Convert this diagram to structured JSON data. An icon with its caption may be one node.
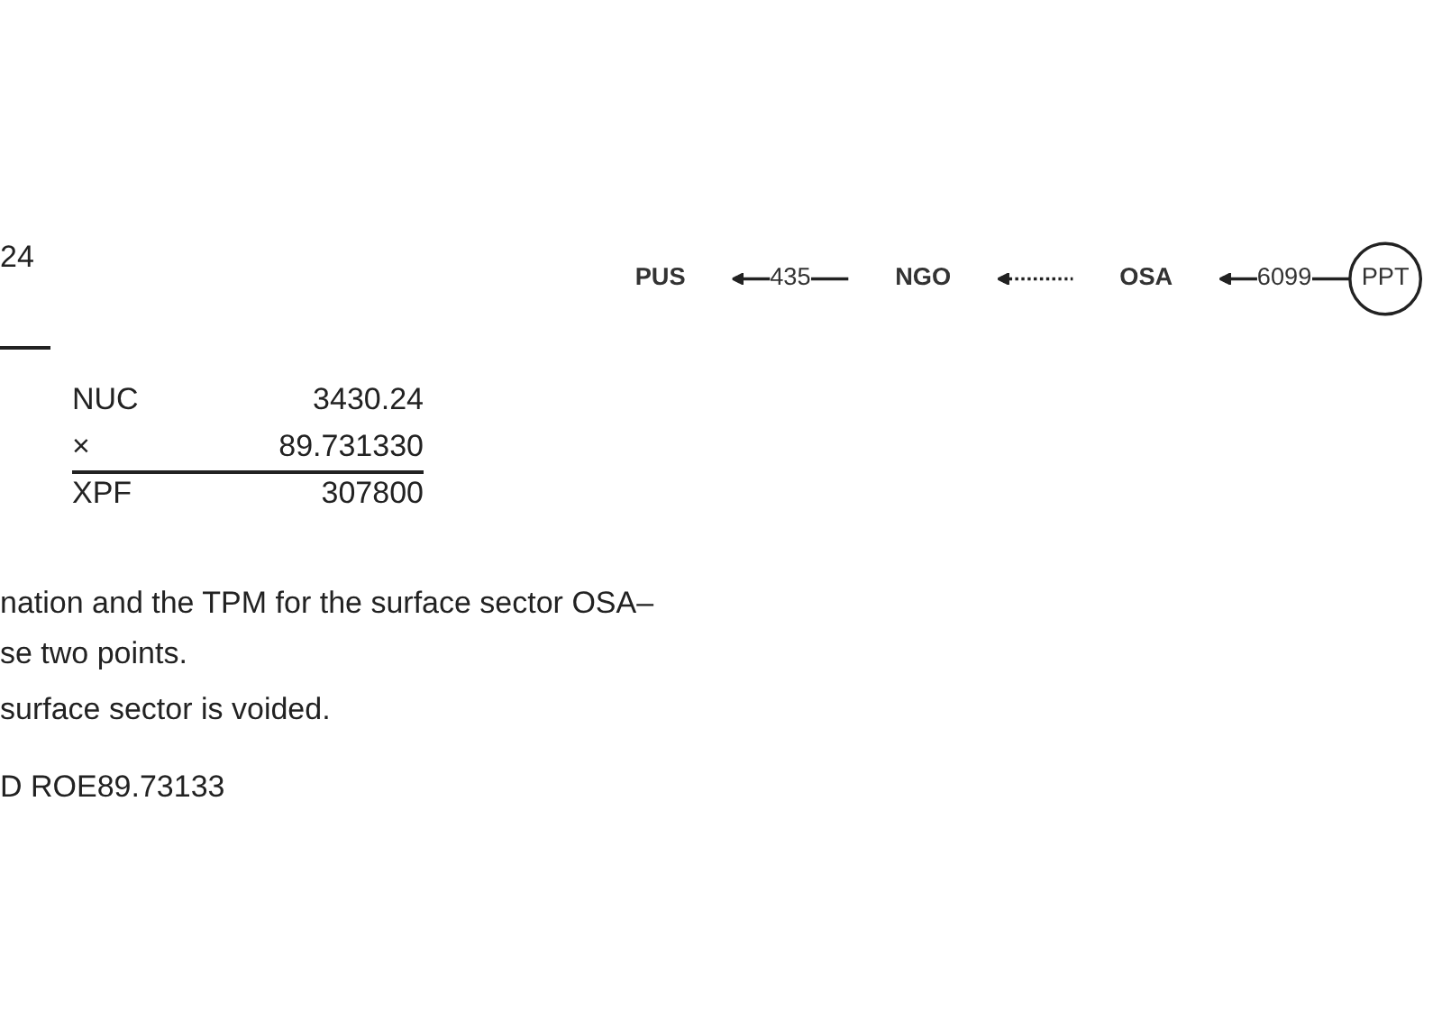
{
  "diagram": {
    "nodes": [
      {
        "text": [
          "PUS"
        ]
      },
      {
        "text": [
          "NGO"
        ]
      },
      {
        "text": [
          "OSA"
        ]
      },
      {
        "text": [
          "PPT"
        ]
      }
    ],
    "edges": [
      {
        "from": 3,
        "to": 2,
        "arrow": "to",
        "label": "6099"
      },
      {
        "from": 2,
        "to": 1,
        "arrow": "to",
        "style": "dashed"
      },
      {
        "from": 1,
        "to": 0,
        "arrow": "to",
        "label": "435"
      }
    ],
    "labels": [
      "24",
      "NUC",
      "3430.24",
      "×",
      "89.731330",
      "XPF",
      "307800",
      "nation and the TPM for the surface sector OSA–",
      "se two points.",
      "surface sector is voided.",
      "D ROE89.73133"
    ]
  }
}
